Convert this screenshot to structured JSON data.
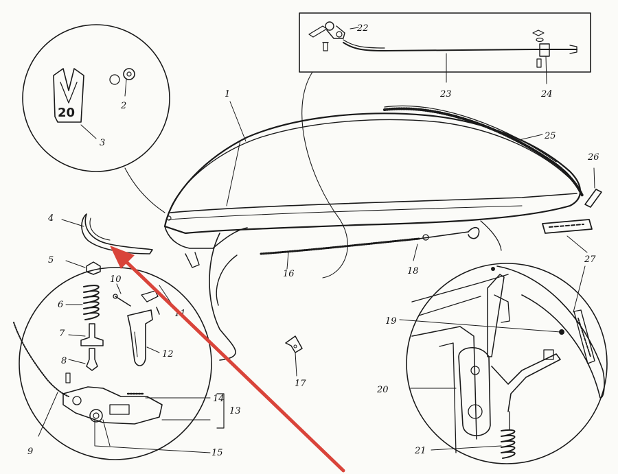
{
  "diagram": {
    "labels": [
      "1",
      "2",
      "3",
      "4",
      "5",
      "6",
      "7",
      "8",
      "9",
      "10",
      "11",
      "12",
      "13",
      "14",
      "15",
      "16",
      "17",
      "18",
      "19",
      "20",
      "21",
      "22",
      "23",
      "24",
      "25",
      "26",
      "27"
    ],
    "badge_text": "20",
    "arrow_color": "#d9443a",
    "ink_color": "#1a1a1a"
  }
}
